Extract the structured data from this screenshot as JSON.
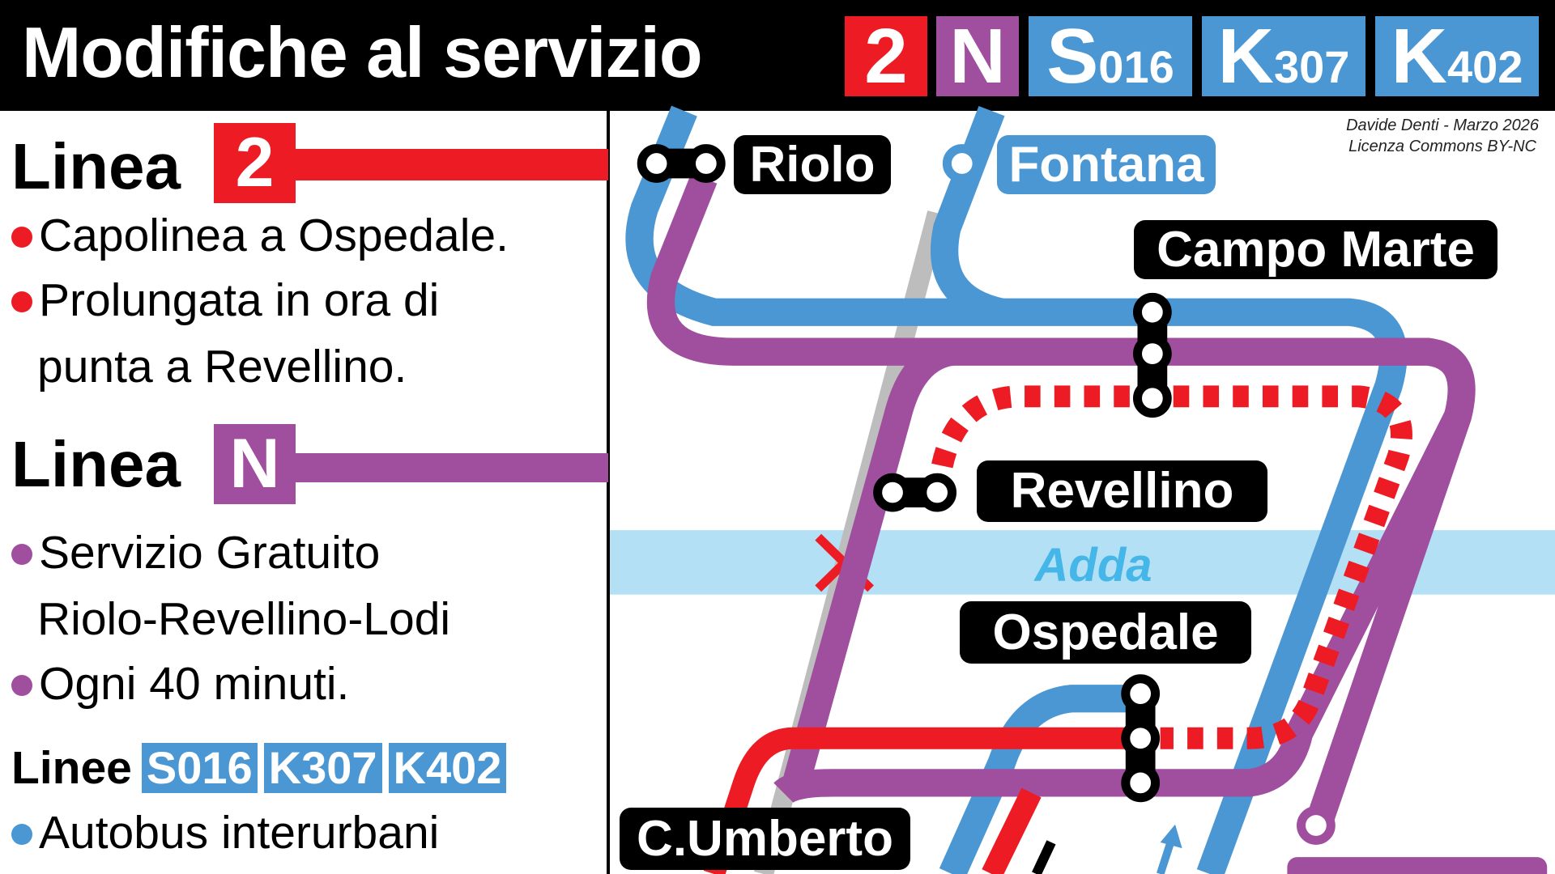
{
  "header": {
    "title": "Modifiche al servizio",
    "badges": [
      {
        "main": "2",
        "sub": "",
        "color": "#ed1c24"
      },
      {
        "main": "N",
        "sub": "",
        "color": "#a04e9e"
      },
      {
        "main": "S",
        "sub": "016",
        "color": "#4a97d4"
      },
      {
        "main": "K",
        "sub": "307",
        "color": "#4a97d4"
      },
      {
        "main": "K",
        "sub": "402",
        "color": "#4a97d4"
      }
    ]
  },
  "left": {
    "linea2": {
      "heading": "Linea",
      "badge": "2",
      "bullets": [
        "Capolinea a Ospedale.",
        "Prolungata in ora di",
        "punta a Revellino."
      ]
    },
    "lineaN": {
      "heading": "Linea",
      "badge": "N",
      "bullets": [
        "Servizio Gratuito",
        "Riolo-Revellino-Lodi",
        "Ogni 40 minuti."
      ]
    },
    "linee": {
      "heading": "Linee",
      "badges": [
        "S016",
        "K307",
        "K402"
      ],
      "bullets": [
        "Autobus interurbani"
      ]
    }
  },
  "map": {
    "credit": [
      "Davide Denti - Marzo 2026",
      "Licenza Commons BY-NC"
    ],
    "river": "Adda",
    "stations": {
      "riolo": "Riolo",
      "fontana": "Fontana",
      "campo_marte": "Campo Marte",
      "revellino": "Revellino",
      "ospedale": "Ospedale",
      "c_umberto": "C.Umberto"
    },
    "colors": {
      "red": "#ed1c24",
      "purple": "#a04e9e",
      "blue": "#4a97d4",
      "river": "#b3e0f5",
      "rail": "#bdbdbd"
    }
  }
}
